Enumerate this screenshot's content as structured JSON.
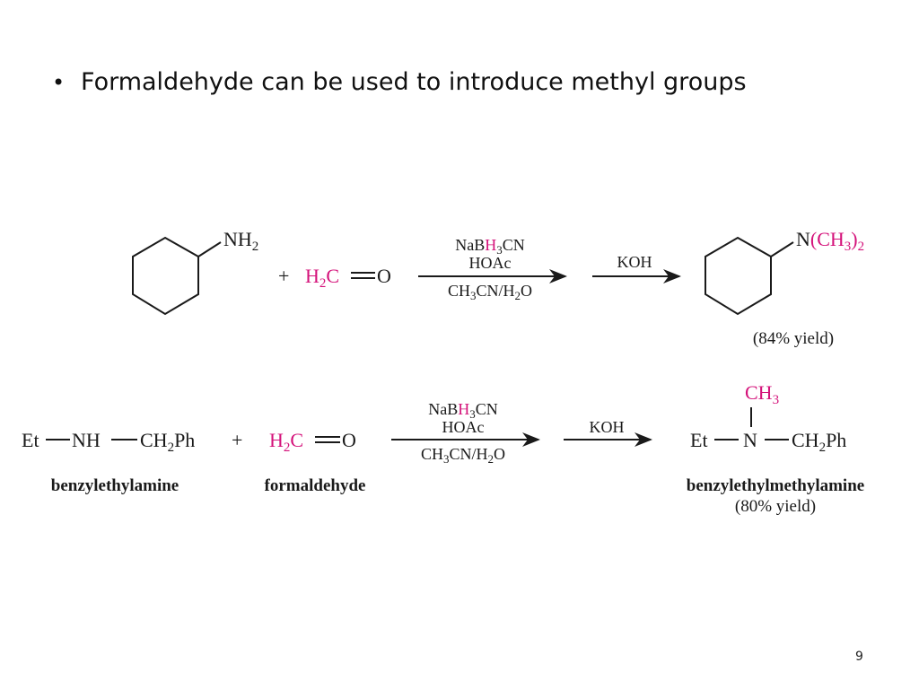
{
  "slide": {
    "bullet": "•",
    "heading": "Formaldehyde can be used to introduce methyl groups",
    "page_number": "9"
  },
  "colors": {
    "accent": "#d4127a",
    "ink": "#1a1a1a"
  },
  "reaction1": {
    "reactant_group": {
      "main": "NH",
      "sub": "2"
    },
    "plus": "+",
    "formaldehyde": {
      "h": "H",
      "sub": "2",
      "c": "C",
      "o": "O"
    },
    "step1_reagent_top": {
      "a": "NaB",
      "b": "H",
      "c": "3",
      "d": "CN"
    },
    "step1_reagent_mid": "HOAc",
    "step1_solvent": {
      "a": "CH",
      "b": "3",
      "c": "CN/H",
      "d": "2",
      "e": "O"
    },
    "step2_reagent": "KOH",
    "product_group": {
      "n": "N",
      "a": "(CH",
      "b": "3",
      "c": ")",
      "d": "2"
    },
    "yield": "(84% yield)"
  },
  "reaction2": {
    "reactant": {
      "et": "Et",
      "nh": "NH",
      "ch": "CH",
      "sub": "2",
      "ph": "Ph"
    },
    "reactant_name": "benzylethylamine",
    "plus": "+",
    "formaldehyde": {
      "h": "H",
      "sub": "2",
      "c": "C",
      "o": "O"
    },
    "formaldehyde_name": "formaldehyde",
    "step1_reagent_top": {
      "a": "NaB",
      "b": "H",
      "c": "3",
      "d": "CN"
    },
    "step1_reagent_mid": "HOAc",
    "step1_solvent": {
      "a": "CH",
      "b": "3",
      "c": "CN/H",
      "d": "2",
      "e": "O"
    },
    "step2_reagent": "KOH",
    "product": {
      "methyl": "CH",
      "methyl_sub": "3",
      "et": "Et",
      "n": "N",
      "ch": "CH",
      "sub": "2",
      "ph": "Ph"
    },
    "product_name": "benzylethylmethylamine",
    "yield": "(80% yield)"
  }
}
